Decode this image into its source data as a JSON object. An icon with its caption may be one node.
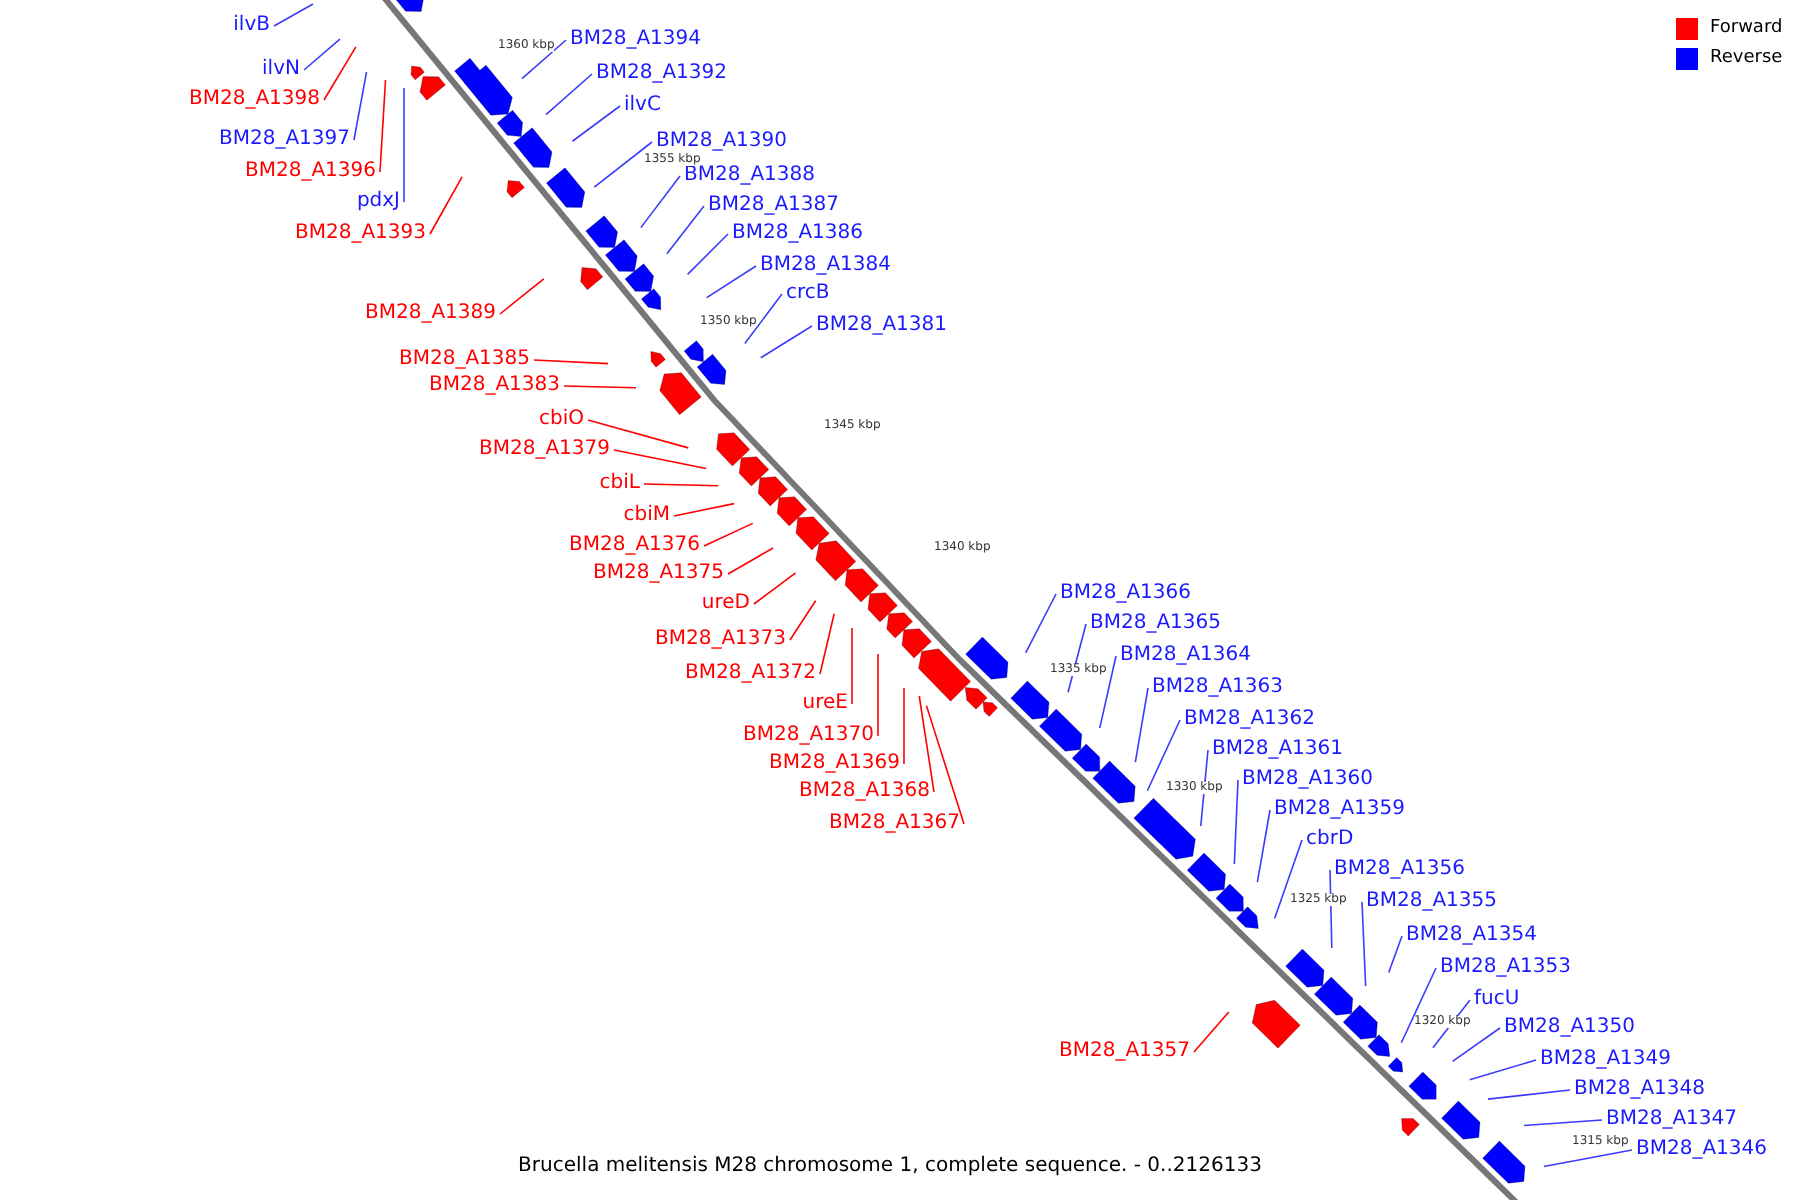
{
  "diagram": {
    "caption": "Brucella melitensis M28 chromosome 1, complete sequence. - 0..2126133",
    "nodes": [
      {
        "text": [
          "ilvB"
        ]
      },
      {
        "text": [
          "BM28_A1394"
        ]
      },
      {
        "text": [
          "BM28_A1392"
        ]
      },
      {
        "text": [
          "ilvN"
        ]
      },
      {
        "text": [
          "BM28_A1398"
        ]
      },
      {
        "text": [
          "ilvC"
        ]
      },
      {
        "text": [
          "BM28_A1397"
        ]
      },
      {
        "text": [
          "BM28_A1390"
        ]
      },
      {
        "text": [
          "BM28_A1396"
        ]
      },
      {
        "text": [
          "BM28_A1388"
        ]
      },
      {
        "text": [
          "pdxJ"
        ]
      },
      {
        "text": [
          "BM28_A1387"
        ]
      },
      {
        "text": [
          "BM28_A1393"
        ]
      },
      {
        "text": [
          "BM28_A1386"
        ]
      },
      {
        "text": [
          "BM28_A1384"
        ]
      },
      {
        "text": [
          "crcB"
        ]
      },
      {
        "text": [
          "BM28_A1389"
        ]
      },
      {
        "text": [
          "BM28_A1381"
        ]
      },
      {
        "text": [
          "BM28_A1385"
        ]
      },
      {
        "text": [
          "BM28_A1383"
        ]
      },
      {
        "text": [
          "cbiO"
        ]
      },
      {
        "text": [
          "BM28_A1379"
        ]
      },
      {
        "text": [
          "cbiL"
        ]
      },
      {
        "text": [
          "cbiM"
        ]
      },
      {
        "text": [
          "BM28_A1376"
        ]
      },
      {
        "text": [
          "BM28_A1375"
        ]
      },
      {
        "text": [
          "BM28_A1366"
        ]
      },
      {
        "text": [
          "ureD"
        ]
      },
      {
        "text": [
          "BM28_A1365"
        ]
      },
      {
        "text": [
          "BM28_A1373"
        ]
      },
      {
        "text": [
          "BM28_A1364"
        ]
      },
      {
        "text": [
          "BM28_A1372"
        ]
      },
      {
        "text": [
          "BM28_A1363"
        ]
      },
      {
        "text": [
          "ureE"
        ]
      },
      {
        "text": [
          "BM28_A1362"
        ]
      },
      {
        "text": [
          "BM28_A1370"
        ]
      },
      {
        "text": [
          "BM28_A1361"
        ]
      },
      {
        "text": [
          "BM28_A1369"
        ]
      },
      {
        "text": [
          "BM28_A1360"
        ]
      },
      {
        "text": [
          "BM28_A1368"
        ]
      },
      {
        "text": [
          "BM28_A1359"
        ]
      },
      {
        "text": [
          "BM28_A1367"
        ]
      },
      {
        "text": [
          "cbrD"
        ]
      },
      {
        "text": [
          "BM28_A1356"
        ]
      },
      {
        "text": [
          "BM28_A1355"
        ]
      },
      {
        "text": [
          "BM28_A1354"
        ]
      },
      {
        "text": [
          "BM28_A1353"
        ]
      },
      {
        "text": [
          "fucU"
        ]
      },
      {
        "text": [
          "BM28_A1350"
        ]
      },
      {
        "text": [
          "BM28_A1357"
        ]
      },
      {
        "text": [
          "BM28_A1349"
        ]
      },
      {
        "text": [
          "BM28_A1348"
        ]
      },
      {
        "text": [
          "BM28_A1347"
        ]
      },
      {
        "text": [
          "BM28_A1346"
        ]
      }
    ],
    "edges": [
      {
        "from": 0,
        "to": null,
        "arrow": "none"
      },
      {
        "from": 1,
        "to": null,
        "arrow": "none"
      },
      {
        "from": 2,
        "to": null,
        "arrow": "none"
      },
      {
        "from": 3,
        "to": null,
        "arrow": "none"
      },
      {
        "from": 4,
        "to": null,
        "arrow": "none",
        "color": "#ff0000"
      },
      {
        "from": 5,
        "to": null,
        "arrow": "none"
      },
      {
        "from": 6,
        "to": null,
        "arrow": "none"
      },
      {
        "from": 7,
        "to": null,
        "arrow": "none"
      },
      {
        "from": 8,
        "to": null,
        "arrow": "none",
        "color": "#ff0000"
      },
      {
        "from": 9,
        "to": null,
        "arrow": "none"
      },
      {
        "from": 10,
        "to": null,
        "arrow": "none"
      },
      {
        "from": 11,
        "to": null,
        "arrow": "none"
      },
      {
        "from": 12,
        "to": null,
        "arrow": "none",
        "color": "#ff0000"
      },
      {
        "from": 13,
        "to": null,
        "arrow": "none"
      },
      {
        "from": 14,
        "to": null,
        "arrow": "none"
      },
      {
        "from": 15,
        "to": null,
        "arrow": "none"
      },
      {
        "from": 16,
        "to": null,
        "arrow": "none",
        "color": "#ff0000"
      },
      {
        "from": 17,
        "to": null,
        "arrow": "none"
      },
      {
        "from": 18,
        "to": null,
        "arrow": "none",
        "color": "#ff0000"
      },
      {
        "from": 19,
        "to": null,
        "arrow": "none",
        "color": "#ff0000"
      },
      {
        "from": 20,
        "to": null,
        "arrow": "none",
        "color": "#ff0000"
      },
      {
        "from": 21,
        "to": null,
        "arrow": "none",
        "color": "#ff0000"
      },
      {
        "from": 22,
        "to": null,
        "arrow": "none",
        "color": "#ff0000"
      },
      {
        "from": 23,
        "to": null,
        "arrow": "none",
        "color": "#ff0000"
      },
      {
        "from": 24,
        "to": null,
        "arrow": "none",
        "color": "#ff0000"
      },
      {
        "from": 25,
        "to": null,
        "arrow": "none",
        "color": "#ff0000"
      },
      {
        "from": 26,
        "to": null,
        "arrow": "none"
      },
      {
        "from": 27,
        "to": null,
        "arrow": "none",
        "color": "#ff0000"
      },
      {
        "from": 28,
        "to": null,
        "arrow": "none"
      },
      {
        "from": 29,
        "to": null,
        "arrow": "none",
        "color": "#ff0000"
      },
      {
        "from": 30,
        "to": null,
        "arrow": "none"
      },
      {
        "from": 31,
        "to": null,
        "arrow": "none",
        "color": "#ff0000"
      },
      {
        "from": 32,
        "to": null,
        "arrow": "none"
      },
      {
        "from": 33,
        "to": null,
        "arrow": "none",
        "color": "#ff0000"
      },
      {
        "from": 34,
        "to": null,
        "arrow": "none"
      },
      {
        "from": 35,
        "to": null,
        "arrow": "none",
        "color": "#ff0000"
      },
      {
        "from": 36,
        "to": null,
        "arrow": "none"
      },
      {
        "from": 37,
        "to": null,
        "arrow": "none",
        "color": "#ff0000"
      },
      {
        "from": 38,
        "to": null,
        "arrow": "none"
      },
      {
        "from": 39,
        "to": null,
        "arrow": "none",
        "color": "#ff0000"
      },
      {
        "from": 40,
        "to": null,
        "arrow": "none"
      },
      {
        "from": 41,
        "to": null,
        "arrow": "none",
        "color": "#ff0000"
      },
      {
        "from": 42,
        "to": null,
        "arrow": "none"
      },
      {
        "from": 43,
        "to": null,
        "arrow": "none"
      },
      {
        "from": 44,
        "to": null,
        "arrow": "none"
      },
      {
        "from": 45,
        "to": null,
        "arrow": "none"
      },
      {
        "from": 46,
        "to": null,
        "arrow": "none"
      },
      {
        "from": 47,
        "to": null,
        "arrow": "none"
      },
      {
        "from": 48,
        "to": null,
        "arrow": "none"
      },
      {
        "from": 49,
        "to": null,
        "arrow": "none",
        "color": "#ff0000"
      },
      {
        "from": 50,
        "to": null,
        "arrow": "none"
      },
      {
        "from": 51,
        "to": null,
        "arrow": "none"
      },
      {
        "from": 52,
        "to": null,
        "arrow": "none"
      },
      {
        "from": 53,
        "to": null,
        "arrow": "none"
      }
    ],
    "labels": [
      "1360 kbp",
      "1355 kbp",
      "1350 kbp",
      "1345 kbp",
      "1340 kbp",
      "1335 kbp",
      "1330 kbp",
      "1325 kbp",
      "1320 kbp",
      "1315 kbp"
    ],
    "legend": [
      {
        "text": "Forward",
        "color": "#ff0000"
      },
      {
        "text": "Reverse",
        "color": "#0000ff"
      }
    ]
  }
}
